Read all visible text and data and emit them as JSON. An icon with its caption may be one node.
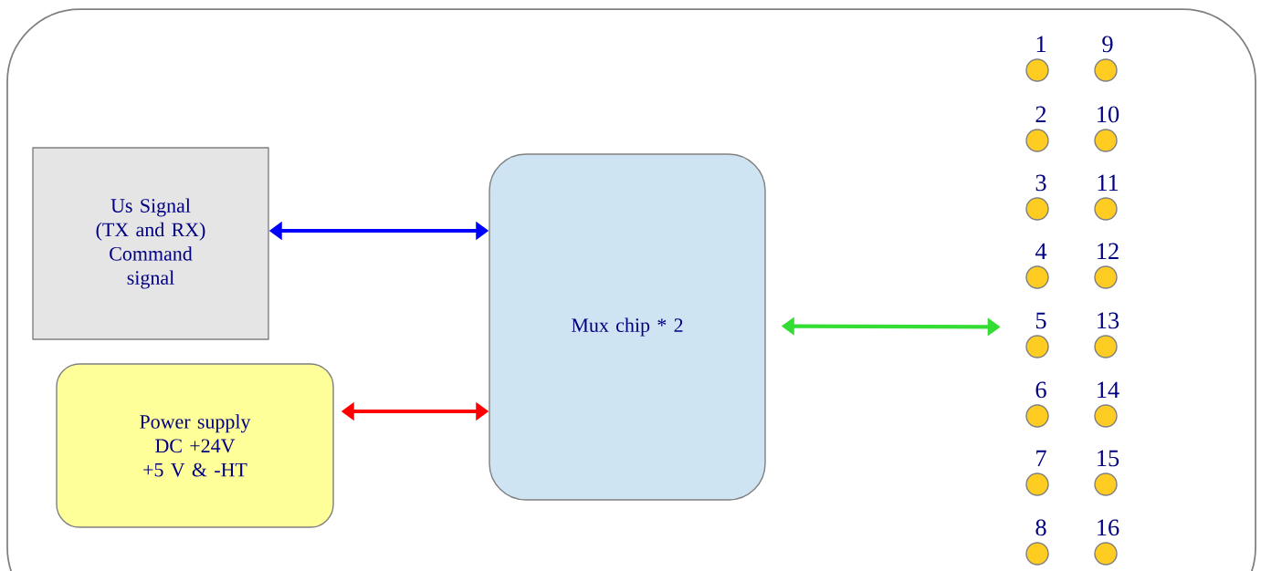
{
  "diagram": {
    "nodes": [
      {
        "text": [
          "Us Signal (TX and RX) Command signal"
        ]
      },
      {
        "text": [
          "Power supply DC +24V +5 V & -HT"
        ]
      },
      {
        "text": [
          "Mux chip * 2"
        ]
      },
      {
        "text": [
          "1"
        ]
      },
      {
        "text": [
          "2"
        ]
      },
      {
        "text": [
          "3"
        ]
      },
      {
        "text": [
          "4"
        ]
      },
      {
        "text": [
          "5"
        ]
      },
      {
        "text": [
          "6"
        ]
      },
      {
        "text": [
          "7"
        ]
      },
      {
        "text": [
          "8"
        ]
      },
      {
        "text": [
          "9"
        ]
      },
      {
        "text": [
          "10"
        ]
      },
      {
        "text": [
          "11"
        ]
      },
      {
        "text": [
          "12"
        ]
      },
      {
        "text": [
          "13"
        ]
      },
      {
        "text": [
          "14"
        ]
      },
      {
        "text": [
          "15"
        ]
      },
      {
        "text": [
          "16"
        ]
      }
    ],
    "edges": [
      {
        "from": 0,
        "to": 2,
        "arrow": "both",
        "color": "#0000ff"
      },
      {
        "from": 1,
        "to": 2,
        "arrow": "both",
        "color": "#ff0000"
      },
      {
        "from": 2,
        "to": null,
        "arrow": "both",
        "color": "#33dd33"
      }
    ]
  }
}
